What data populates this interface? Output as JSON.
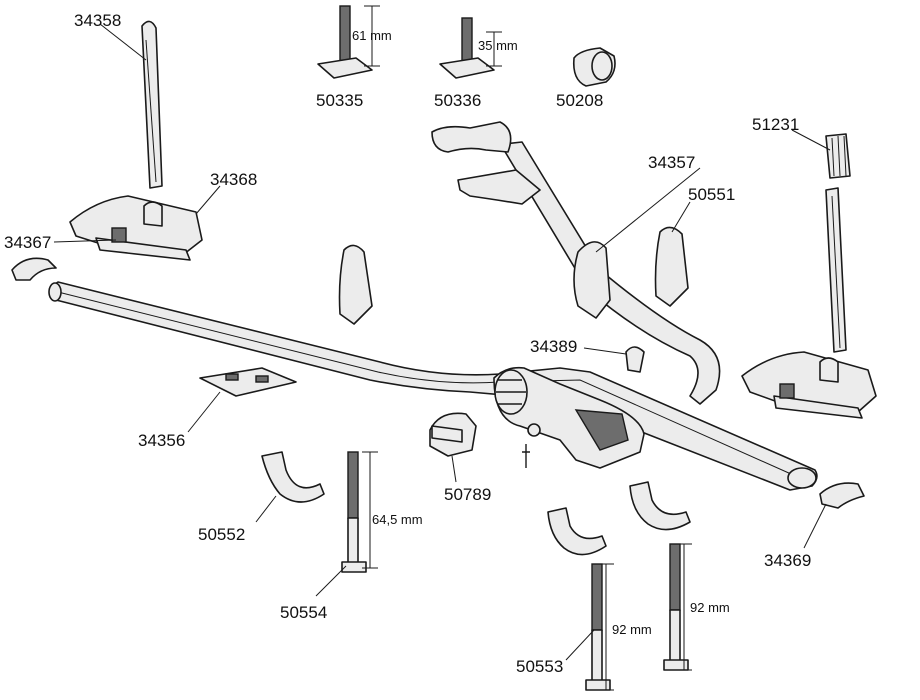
{
  "parts": [
    {
      "id": "p34358",
      "label": "34358"
    },
    {
      "id": "p34368",
      "label": "34368"
    },
    {
      "id": "p34367",
      "label": "34367"
    },
    {
      "id": "p50335",
      "label": "50335"
    },
    {
      "id": "p50336",
      "label": "50336"
    },
    {
      "id": "p50208",
      "label": "50208"
    },
    {
      "id": "p51231",
      "label": "51231"
    },
    {
      "id": "p34357",
      "label": "34357"
    },
    {
      "id": "p50551",
      "label": "50551"
    },
    {
      "id": "p34389",
      "label": "34389"
    },
    {
      "id": "p34356",
      "label": "34356"
    },
    {
      "id": "p50789",
      "label": "50789"
    },
    {
      "id": "p50552",
      "label": "50552"
    },
    {
      "id": "p50554",
      "label": "50554"
    },
    {
      "id": "p34369",
      "label": "34369"
    },
    {
      "id": "p50553",
      "label": "50553"
    }
  ],
  "dimensions": {
    "d61": "61 mm",
    "d35": "35 mm",
    "d645": "64,5 mm",
    "d92a": "92 mm",
    "d92b": "92 mm"
  }
}
